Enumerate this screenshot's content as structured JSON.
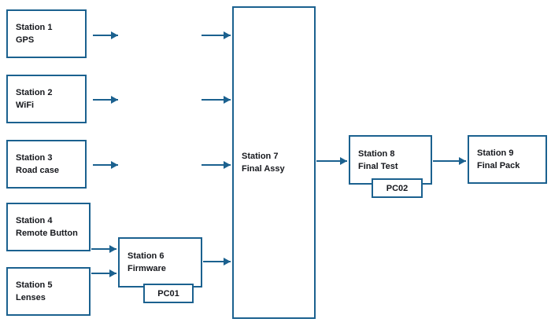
{
  "diagram": {
    "colors": {
      "line": "#1b618f",
      "text": "#16181d",
      "background": "#ffffff"
    },
    "stations": {
      "s1": {
        "title": "Station 1",
        "subtitle": "GPS"
      },
      "s2": {
        "title": "Station 2",
        "subtitle": "WiFi"
      },
      "s3": {
        "title": "Station 3",
        "subtitle": "Road case"
      },
      "s4": {
        "title": "Station 4",
        "subtitle": "Remote Button"
      },
      "s5": {
        "title": "Station 5",
        "subtitle": "Lenses"
      },
      "s6": {
        "title": "Station 6",
        "subtitle": "Firmware",
        "pc": "PC01"
      },
      "s7": {
        "title": "Station 7",
        "subtitle": "Final Assy"
      },
      "s8": {
        "title": "Station 8",
        "subtitle": "Final Test",
        "pc": "PC02"
      },
      "s9": {
        "title": "Station 9",
        "subtitle": "Final Pack"
      }
    },
    "connections": [
      {
        "from": "Station 1",
        "to": "Station 7"
      },
      {
        "from": "Station 2",
        "to": "Station 7"
      },
      {
        "from": "Station 3",
        "to": "Station 7"
      },
      {
        "from": "Station 4",
        "to": "Station 6"
      },
      {
        "from": "Station 5",
        "to": "Station 6"
      },
      {
        "from": "Station 6",
        "to": "Station 7"
      },
      {
        "from": "Station 7",
        "to": "Station 8"
      },
      {
        "from": "Station 8",
        "to": "Station 9"
      }
    ]
  }
}
